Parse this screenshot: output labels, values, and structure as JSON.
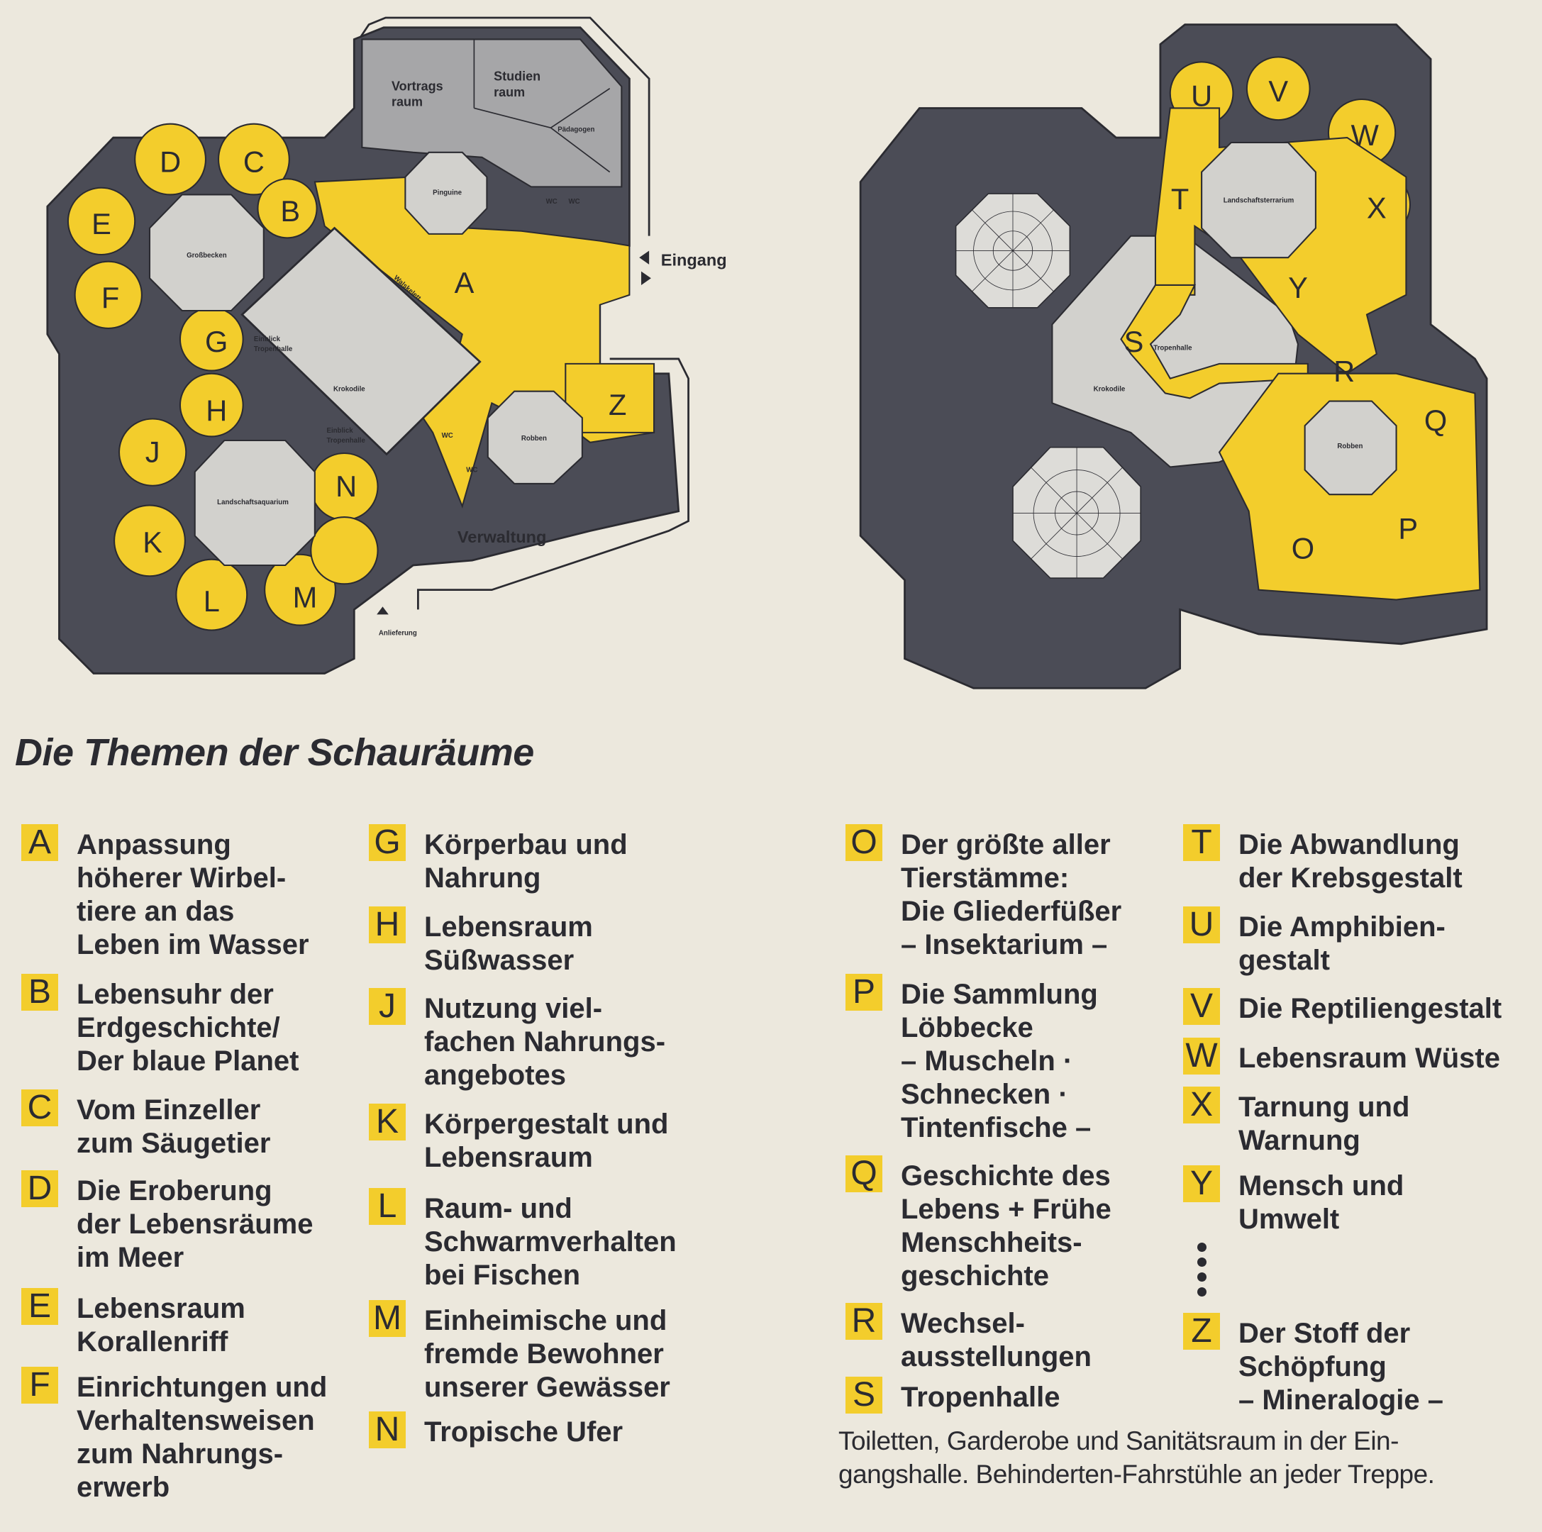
{
  "colors": {
    "yellow": "#f3cd2c",
    "dark_gray": "#4b4c56",
    "light_gray": "#d2d1cd",
    "mid_gray": "#a6a6a8",
    "paper": "#ece8dd"
  },
  "left_map": {
    "rooms": {
      "vortrag": "Vortrags",
      "vortrag2": "raum",
      "studien": "Studien",
      "studien2": "raum",
      "paedagogen": "Pädagogen",
      "pinguine": "Pinguine",
      "wc1": "WC",
      "wc2": "WC",
      "grossbecken": "Großbecken",
      "walskelett": "Walskelett",
      "einblick1a": "Einblick",
      "einblick1b": "Tropenhalle",
      "krokodile": "Krokodile",
      "einblick2a": "Einblick",
      "einblick2b": "Tropenhalle",
      "wc3": "WC",
      "wc4": "WC",
      "robben": "Robben",
      "aquarium": "Landschaftsaquarium",
      "verwaltung": "Verwaltung",
      "eingang": "Eingang",
      "anlieferung": "Anlieferung"
    },
    "letters": [
      "A",
      "B",
      "C",
      "D",
      "E",
      "F",
      "G",
      "H",
      "J",
      "K",
      "L",
      "M",
      "N",
      "Z"
    ]
  },
  "right_map": {
    "rooms": {
      "terrarium": "Landschaftsterrarium",
      "tropenhalle": "Tropenhalle",
      "krokodile": "Krokodile",
      "robben": "Robben"
    },
    "letters": [
      "O",
      "P",
      "Q",
      "R",
      "S",
      "T",
      "U",
      "V",
      "W",
      "X",
      "Y"
    ]
  },
  "heading": "Die Themen der Schauräume",
  "legend": [
    {
      "letter": "A",
      "text": "Anpassung\nhöherer Wirbel-\ntiere an das\nLeben im Wasser"
    },
    {
      "letter": "B",
      "text": "Lebensuhr der\nErdgeschichte/\nDer blaue Planet"
    },
    {
      "letter": "C",
      "text": "Vom Einzeller\nzum Säugetier"
    },
    {
      "letter": "D",
      "text": "Die Eroberung\nder Lebensräume\nim Meer"
    },
    {
      "letter": "E",
      "text": "Lebensraum\nKorallenriff"
    },
    {
      "letter": "F",
      "text": "Einrichtungen und\nVerhaltensweisen\nzum Nahrungs-\nerwerb"
    },
    {
      "letter": "G",
      "text": "Körperbau und\nNahrung"
    },
    {
      "letter": "H",
      "text": "Lebensraum\nSüßwasser"
    },
    {
      "letter": "J",
      "text": "Nutzung viel-\nfachen Nahrungs-\nangebotes"
    },
    {
      "letter": "K",
      "text": "Körpergestalt und\nLebensraum"
    },
    {
      "letter": "L",
      "text": "Raum- und\nSchwarmverhalten\nbei Fischen"
    },
    {
      "letter": "M",
      "text": "Einheimische und\nfremde Bewohner\nunserer Gewässer"
    },
    {
      "letter": "N",
      "text": "Tropische Ufer"
    },
    {
      "letter": "O",
      "text": "Der größte aller\nTierstämme:\nDie Gliederfüßer\n– Insektarium –"
    },
    {
      "letter": "P",
      "text": "Die Sammlung\nLöbbecke\n– Muscheln ·\nSchnecken ·\nTintenfische –"
    },
    {
      "letter": "Q",
      "text": "Geschichte des\nLebens + Frühe\nMenschheits-\ngeschichte"
    },
    {
      "letter": "R",
      "text": "Wechsel-\nausstellungen"
    },
    {
      "letter": "S",
      "text": "Tropenhalle"
    },
    {
      "letter": "T",
      "text": "Die Abwandlung\nder Krebsgestalt"
    },
    {
      "letter": "U",
      "text": "Die Amphibien-\ngestalt"
    },
    {
      "letter": "V",
      "text": "Die Reptiliengestalt"
    },
    {
      "letter": "W",
      "text": "Lebensraum Wüste"
    },
    {
      "letter": "X",
      "text": "Tarnung und\nWarnung"
    },
    {
      "letter": "Y",
      "text": "Mensch und\nUmwelt"
    },
    {
      "letter": "Z",
      "text": "Der Stoff der\nSchöpfung\n– Mineralogie –"
    }
  ],
  "footer": "Toiletten, Garderobe und Sanitätsraum in der Ein-\ngangshalle. Behinderten-Fahrstühle an jeder Treppe."
}
